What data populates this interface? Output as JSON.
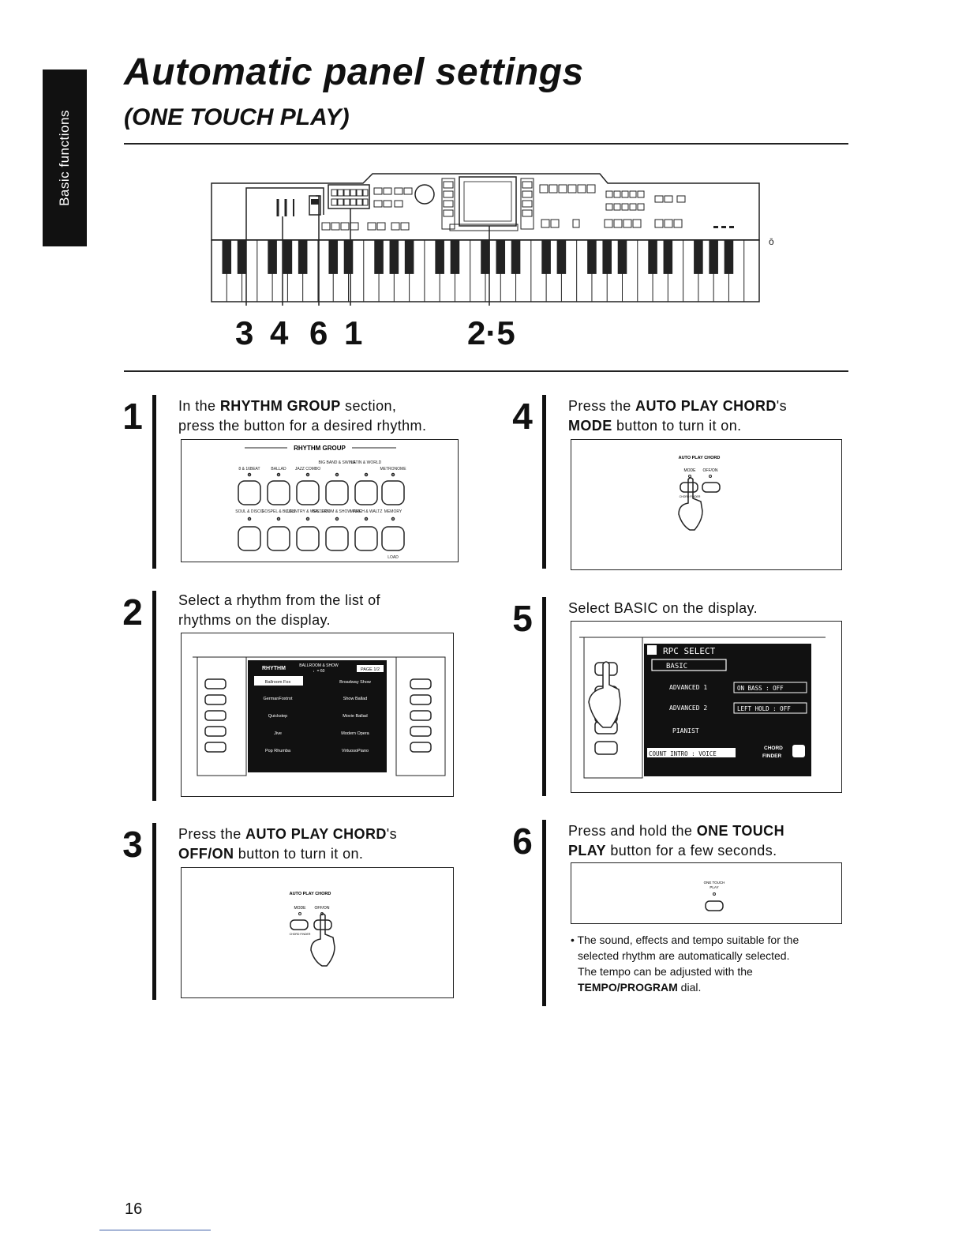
{
  "side_tab": "Basic functions",
  "title": "Automatic panel settings",
  "subtitle": "(ONE TOUCH PLAY)",
  "callouts": [
    "3",
    "4",
    "6",
    "1",
    "2·5"
  ],
  "steps": [
    {
      "num": "1",
      "pre": "In the ",
      "bold": "RHYTHM GROUP",
      "post": " section,",
      "line2": "press the button for a desired rhythm."
    },
    {
      "num": "2",
      "line1": "Select a rhythm from the list of",
      "line2": "rhythms on the display."
    },
    {
      "num": "3",
      "pre": "Press the ",
      "bold": "AUTO PLAY CHORD",
      "post": "'s",
      "bold2": "OFF/ON",
      "post2": " button to turn it on."
    },
    {
      "num": "4",
      "pre": "Press the ",
      "bold": "AUTO PLAY CHORD",
      "post": "'s",
      "bold2": "MODE",
      "post2": " button to turn it on."
    },
    {
      "num": "5",
      "line1": "Select BASIC on the display."
    },
    {
      "num": "6",
      "pre": "Press and hold the ",
      "bold": "ONE TOUCH",
      "bold2": "PLAY",
      "post2": " button for a few seconds."
    }
  ],
  "rhythm_group": {
    "title": "RHYTHM GROUP",
    "row1": [
      "8 & 16BEAT",
      "BALLAD",
      "JAZZ COMBO",
      "BIG BAND & SWING",
      "LATIN & WORLD",
      "METRONOME"
    ],
    "row2": [
      "SOUL & DISCO",
      "GOSPEL & BLUES",
      "COUNTRY & WESTERN",
      "BALLROOM & SHOW TIME",
      "MARCH & WALTZ",
      "MEMORY"
    ],
    "load": "LOAD"
  },
  "rhythm_display": {
    "header": "RHYTHM",
    "group": "BALLROOM & SHOW",
    "tempo": "♩= 60",
    "page": "PAGE 1/2",
    "left": [
      "Ballroom Fox",
      "GermanFoxtrot",
      "Quickstep",
      "Jive",
      "Pop Rhumba"
    ],
    "right": [
      "Broadway Show",
      "Show Ballad",
      "Movie Ballad",
      "Modern Opera",
      "VirtuosoPiano"
    ]
  },
  "apc": {
    "label": "AUTO PLAY CHORD",
    "mode": "MODE",
    "offon": "OFF/ON",
    "chord_finder": "CHORD FINDER"
  },
  "rpc_display": {
    "header": "RPC SELECT",
    "items": [
      "BASIC",
      "ADVANCED 1",
      "ADVANCED 2",
      "PIANIST"
    ],
    "opt1": "ON BASS   : OFF",
    "opt2": "LEFT HOLD  : OFF",
    "footer": "COUNT INTRO : VOICE",
    "chord": "CHORD",
    "finder": "FINDER"
  },
  "one_touch": {
    "line1": "ONE TOUCH",
    "line2": "PLAY"
  },
  "note": {
    "line1": "• The sound, effects and tempo suitable for the",
    "line2": "selected rhythm are automatically selected.",
    "line3": "The tempo can be adjusted with the",
    "bold": "TEMPO/PROGRAM",
    "post": " dial."
  },
  "page_number": "16"
}
